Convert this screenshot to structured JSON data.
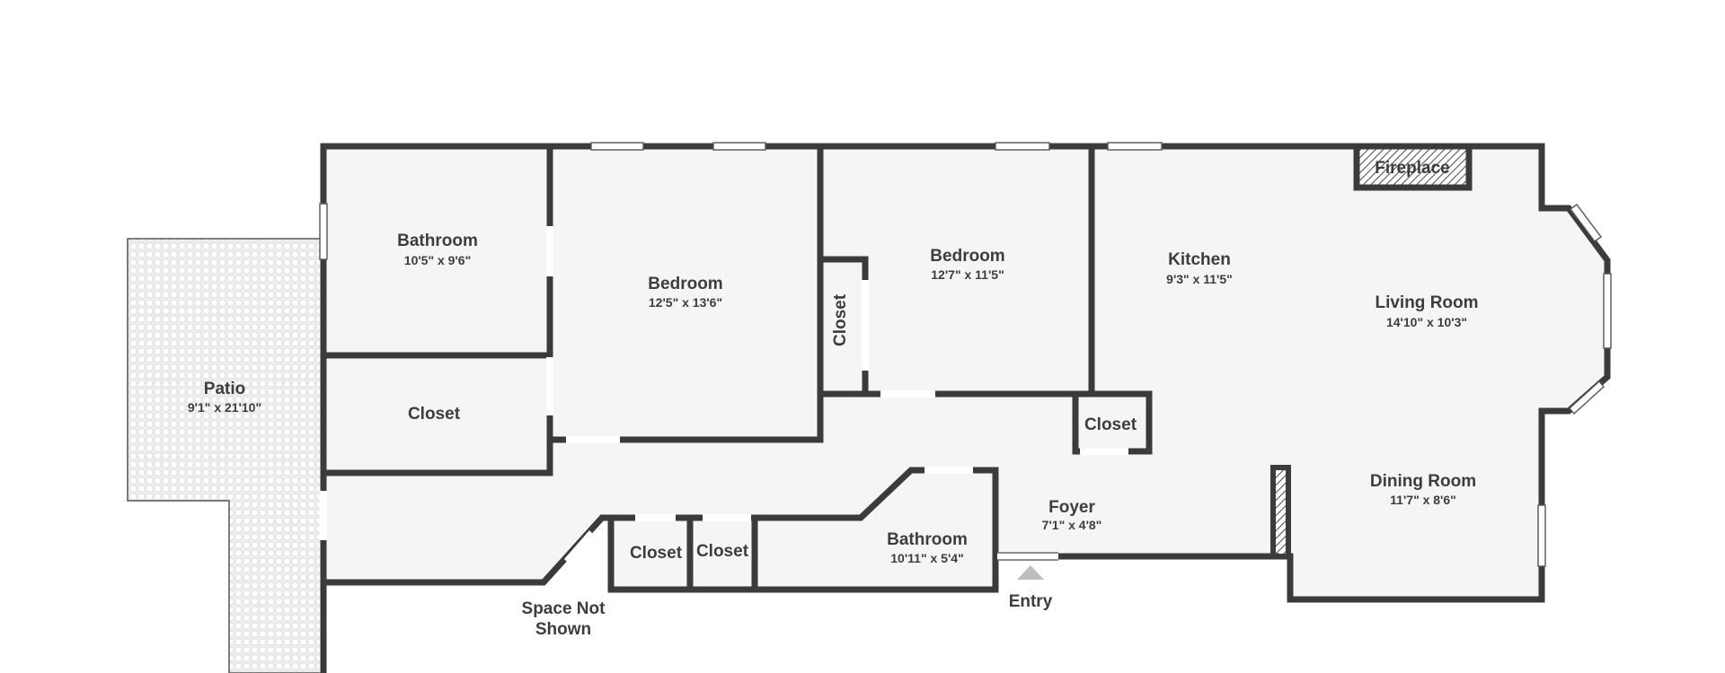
{
  "rooms": {
    "bathroom_1": {
      "name": "Bathroom",
      "dim": "10'5\" x 9'6\""
    },
    "bedroom_1": {
      "name": "Bedroom",
      "dim": "12'5\" x 13'6\""
    },
    "bedroom_2": {
      "name": "Bedroom",
      "dim": "12'7\" x 11'5\""
    },
    "kitchen": {
      "name": "Kitchen",
      "dim": "9'3\" x 11'5\""
    },
    "living_room": {
      "name": "Living Room",
      "dim": "14'10\" x 10'3\""
    },
    "dining_room": {
      "name": "Dining Room",
      "dim": "11'7\" x 8'6\""
    },
    "patio": {
      "name": "Patio",
      "dim": "9'1\" x 21'10\""
    },
    "closet_1": {
      "name": "Closet"
    },
    "closet_2": {
      "name": "Closet"
    },
    "closet_3": {
      "name": "Closet"
    },
    "closet_4": {
      "name": "Closet"
    },
    "closet_5": {
      "name": "Closet"
    },
    "bathroom_2": {
      "name": "Bathroom",
      "dim": "10'11\" x 5'4\""
    },
    "foyer": {
      "name": "Foyer",
      "dim": "7'1\" x 4'8\""
    }
  },
  "labels": {
    "fireplace": "Fireplace",
    "entry": "Entry",
    "space_not_shown_1": "Space Not",
    "space_not_shown_2": "Shown"
  },
  "colors": {
    "wall": "#3b3b3b",
    "floor": "#f5f5f5",
    "patio_tile": "#e6e6e6",
    "entry_marker": "#bdbdbd"
  }
}
